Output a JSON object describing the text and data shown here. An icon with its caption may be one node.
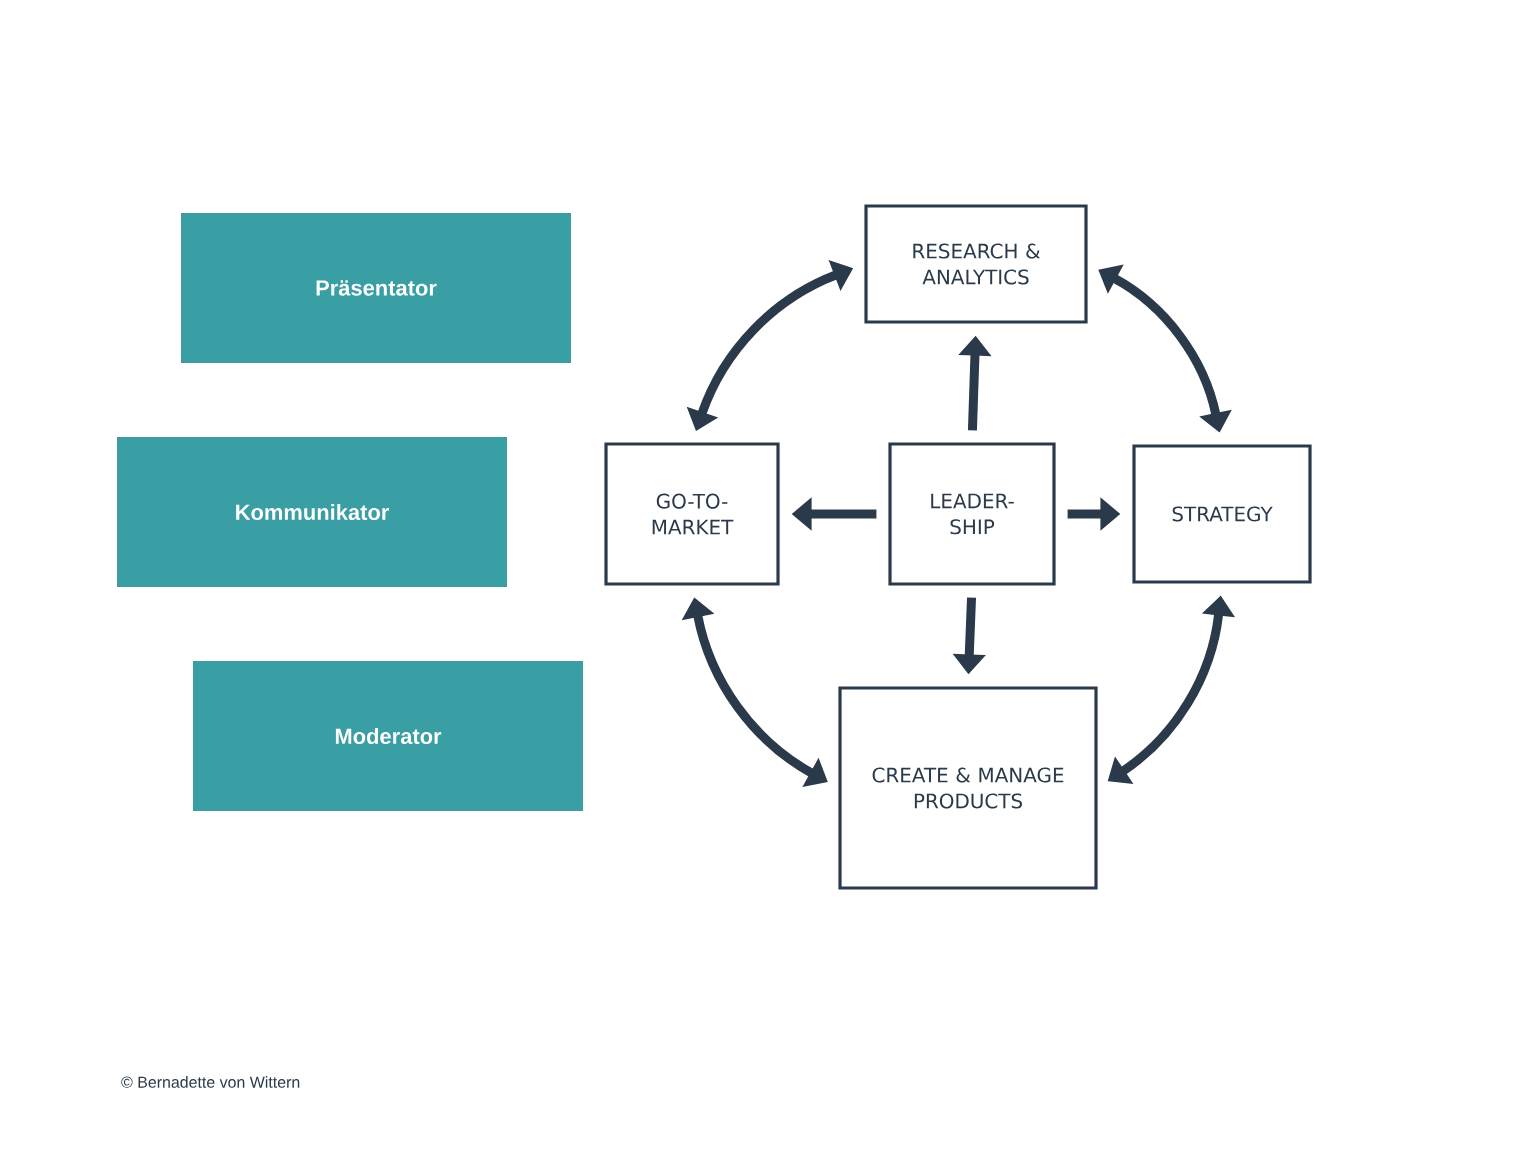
{
  "diagram": {
    "nodes": [
      {
        "text": [
          "Präsentator"
        ]
      },
      {
        "text": [
          "Kommunikator"
        ]
      },
      {
        "text": [
          "Moderator"
        ]
      },
      {
        "text": [
          "RESEARCH & ANALYTICS"
        ]
      },
      {
        "text": [
          "GO-TO-MARKET"
        ]
      },
      {
        "text": [
          "LEADER-SHIP"
        ]
      },
      {
        "text": [
          "STRATEGY"
        ]
      },
      {
        "text": [
          "CREATE & MANAGE PRODUCTS"
        ]
      }
    ],
    "edges": [
      {
        "from": 5,
        "to": 3,
        "arrow": "to"
      },
      {
        "from": 5,
        "to": 4,
        "arrow": "to"
      },
      {
        "from": 5,
        "to": 6,
        "arrow": "to"
      },
      {
        "from": 5,
        "to": 7,
        "arrow": "to"
      },
      {
        "from": 4,
        "to": 3,
        "arrow": "both"
      },
      {
        "from": 3,
        "to": 6,
        "arrow": "both"
      },
      {
        "from": 4,
        "to": 7,
        "arrow": "both"
      },
      {
        "from": 7,
        "to": 6,
        "arrow": "both"
      }
    ],
    "labels": [
      "© Bernadette von Wittern"
    ]
  }
}
